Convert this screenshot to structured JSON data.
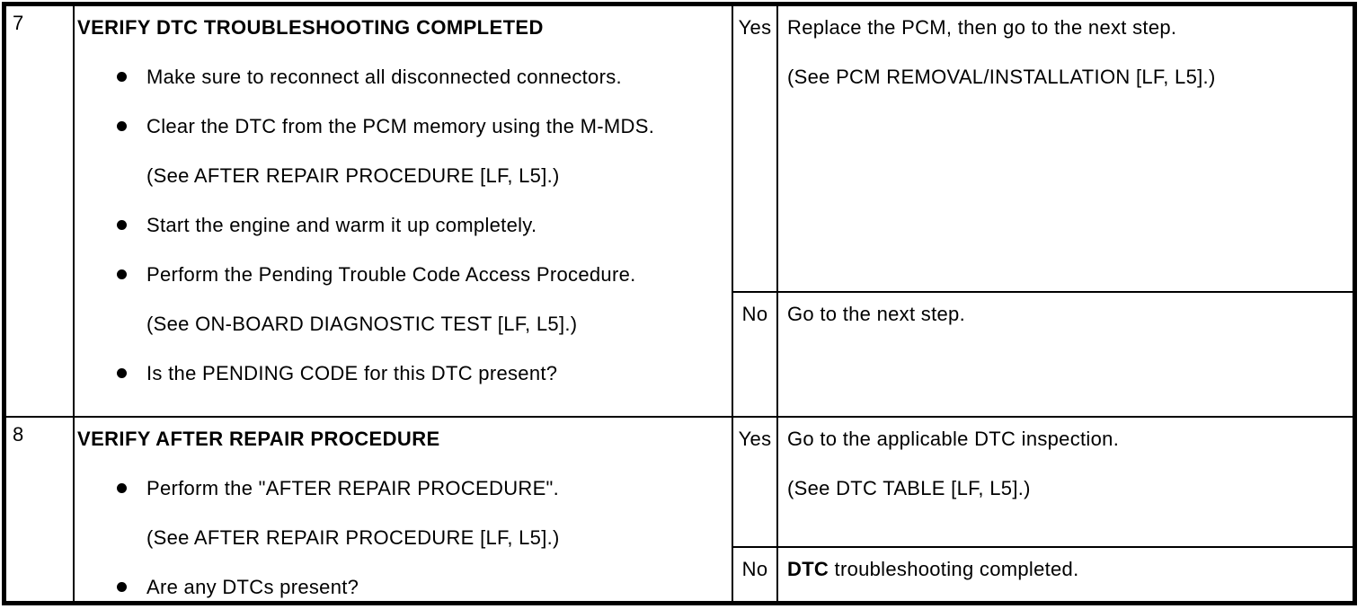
{
  "rows": [
    {
      "step": "7",
      "action": {
        "title": "VERIFY DTC TROUBLESHOOTING COMPLETED",
        "items": [
          {
            "type": "bullet",
            "text": "Make sure to reconnect all disconnected connectors."
          },
          {
            "type": "bullet",
            "text": "Clear the DTC from the PCM memory using the M-MDS."
          },
          {
            "type": "note",
            "text": "(See AFTER REPAIR PROCEDURE [LF, L5].)"
          },
          {
            "type": "bullet",
            "text": "Start the engine and warm it up completely."
          },
          {
            "type": "bullet",
            "text": "Perform the Pending Trouble Code Access Procedure."
          },
          {
            "type": "note",
            "text": "(See ON-BOARD DIAGNOSTIC TEST [LF, L5].)"
          },
          {
            "type": "bullet",
            "text": "Is the PENDING CODE for this DTC present?"
          }
        ]
      },
      "results": [
        {
          "answer": "Yes",
          "lines": [
            "Replace the PCM, then go to the next step.",
            "(See PCM REMOVAL/INSTALLATION [LF, L5].)"
          ]
        },
        {
          "answer": "No",
          "lines": [
            "Go to the next step."
          ]
        }
      ]
    },
    {
      "step": "8",
      "action": {
        "title": "VERIFY AFTER REPAIR PROCEDURE",
        "items": [
          {
            "type": "bullet",
            "text": "Perform the \"AFTER REPAIR PROCEDURE\"."
          },
          {
            "type": "note",
            "text": "(See AFTER REPAIR PROCEDURE [LF, L5].)"
          },
          {
            "type": "bullet",
            "text": "Are any DTCs present?"
          }
        ]
      },
      "results": [
        {
          "answer": "Yes",
          "lines": [
            "Go to the applicable DTC inspection.",
            "(See DTC TABLE [LF, L5].)"
          ]
        },
        {
          "answer": "No",
          "segments": [
            {
              "text": "DTC",
              "bold": true
            },
            {
              "text": " troubleshooting completed.",
              "bold": false
            }
          ]
        }
      ]
    }
  ],
  "colors": {
    "ink": "#000000",
    "paper": "#ffffff"
  }
}
